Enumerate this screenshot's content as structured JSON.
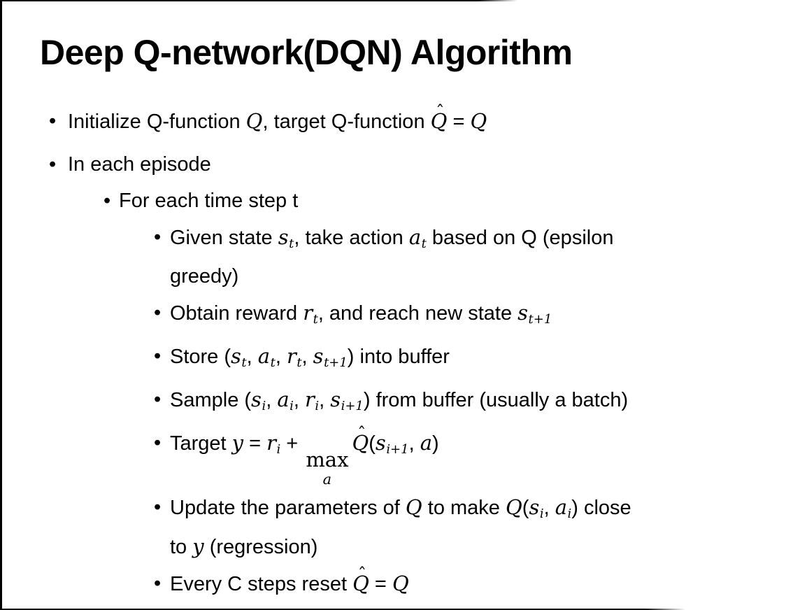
{
  "colors": {
    "text": "#000000",
    "background": "#ffffff",
    "frame": "#000000"
  },
  "slide": {
    "title": "Deep Q-network(DQN) Algorithm",
    "bullets": [
      {
        "level": 1,
        "tokens": [
          {
            "t": "Initialize Q-function "
          },
          {
            "t": "Q",
            "m": true
          },
          {
            "t": ", target Q-function "
          },
          {
            "t": "Q",
            "m": true,
            "hat": true
          },
          {
            "t": " = "
          },
          {
            "t": "Q",
            "m": true
          }
        ]
      },
      {
        "level": 1,
        "tokens": [
          {
            "t": "In each episode"
          }
        ]
      },
      {
        "level": 2,
        "tokens": [
          {
            "t": "For each time step t"
          }
        ]
      },
      {
        "level": 3,
        "tokens": [
          {
            "t": "Given state "
          },
          {
            "t": "s",
            "m": true,
            "sub": "t"
          },
          {
            "t": ", take action "
          },
          {
            "t": "a",
            "m": true,
            "sub": "t"
          },
          {
            "t": " based on Q (epsilon"
          },
          {
            "br": true
          },
          {
            "t": "greedy)"
          }
        ]
      },
      {
        "level": 3,
        "tokens": [
          {
            "t": "Obtain reward "
          },
          {
            "t": "r",
            "m": true,
            "sub": "t"
          },
          {
            "t": ", and reach new state "
          },
          {
            "t": "s",
            "m": true,
            "sub": "t+1"
          }
        ]
      },
      {
        "level": 3,
        "tokens": [
          {
            "t": "Store ("
          },
          {
            "t": "s",
            "m": true,
            "sub": "t"
          },
          {
            "t": ", "
          },
          {
            "t": "a",
            "m": true,
            "sub": "t"
          },
          {
            "t": ", "
          },
          {
            "t": "r",
            "m": true,
            "sub": "t"
          },
          {
            "t": ", "
          },
          {
            "t": "s",
            "m": true,
            "sub": "t+1"
          },
          {
            "t": ") into buffer"
          }
        ]
      },
      {
        "level": 3,
        "tokens": [
          {
            "t": "Sample ("
          },
          {
            "t": "s",
            "m": true,
            "sub": "i"
          },
          {
            "t": ", "
          },
          {
            "t": "a",
            "m": true,
            "sub": "i"
          },
          {
            "t": ", "
          },
          {
            "t": "r",
            "m": true,
            "sub": "i"
          },
          {
            "t": ", "
          },
          {
            "t": "s",
            "m": true,
            "sub": "i+1"
          },
          {
            "t": ") from buffer (usually a batch)"
          }
        ]
      },
      {
        "level": 3,
        "tokens": [
          {
            "t": "Target "
          },
          {
            "t": "y",
            "m": true
          },
          {
            "t": " = "
          },
          {
            "t": "r",
            "m": true,
            "sub": "i"
          },
          {
            "t": " + "
          },
          {
            "t": "max",
            "under": "a"
          },
          {
            "t": "Q",
            "m": true,
            "hat": true
          },
          {
            "t": "("
          },
          {
            "t": "s",
            "m": true,
            "sub": "i+1"
          },
          {
            "t": ", "
          },
          {
            "t": "a",
            "m": true
          },
          {
            "t": ")"
          }
        ]
      },
      {
        "level": 3,
        "tokens": [
          {
            "t": "Update the parameters of "
          },
          {
            "t": "Q",
            "m": true
          },
          {
            "t": " to make "
          },
          {
            "t": "Q",
            "m": true
          },
          {
            "t": "("
          },
          {
            "t": "s",
            "m": true,
            "sub": "i"
          },
          {
            "t": ", "
          },
          {
            "t": "a",
            "m": true,
            "sub": "i"
          },
          {
            "t": ") close"
          },
          {
            "br": true
          },
          {
            "t": "to "
          },
          {
            "t": "y",
            "m": true
          },
          {
            "t": " (regression)"
          }
        ]
      },
      {
        "level": 3,
        "tokens": [
          {
            "t": "Every C steps reset "
          },
          {
            "t": "Q",
            "m": true,
            "hat": true
          },
          {
            "t": " = "
          },
          {
            "t": "Q",
            "m": true
          }
        ]
      }
    ]
  }
}
